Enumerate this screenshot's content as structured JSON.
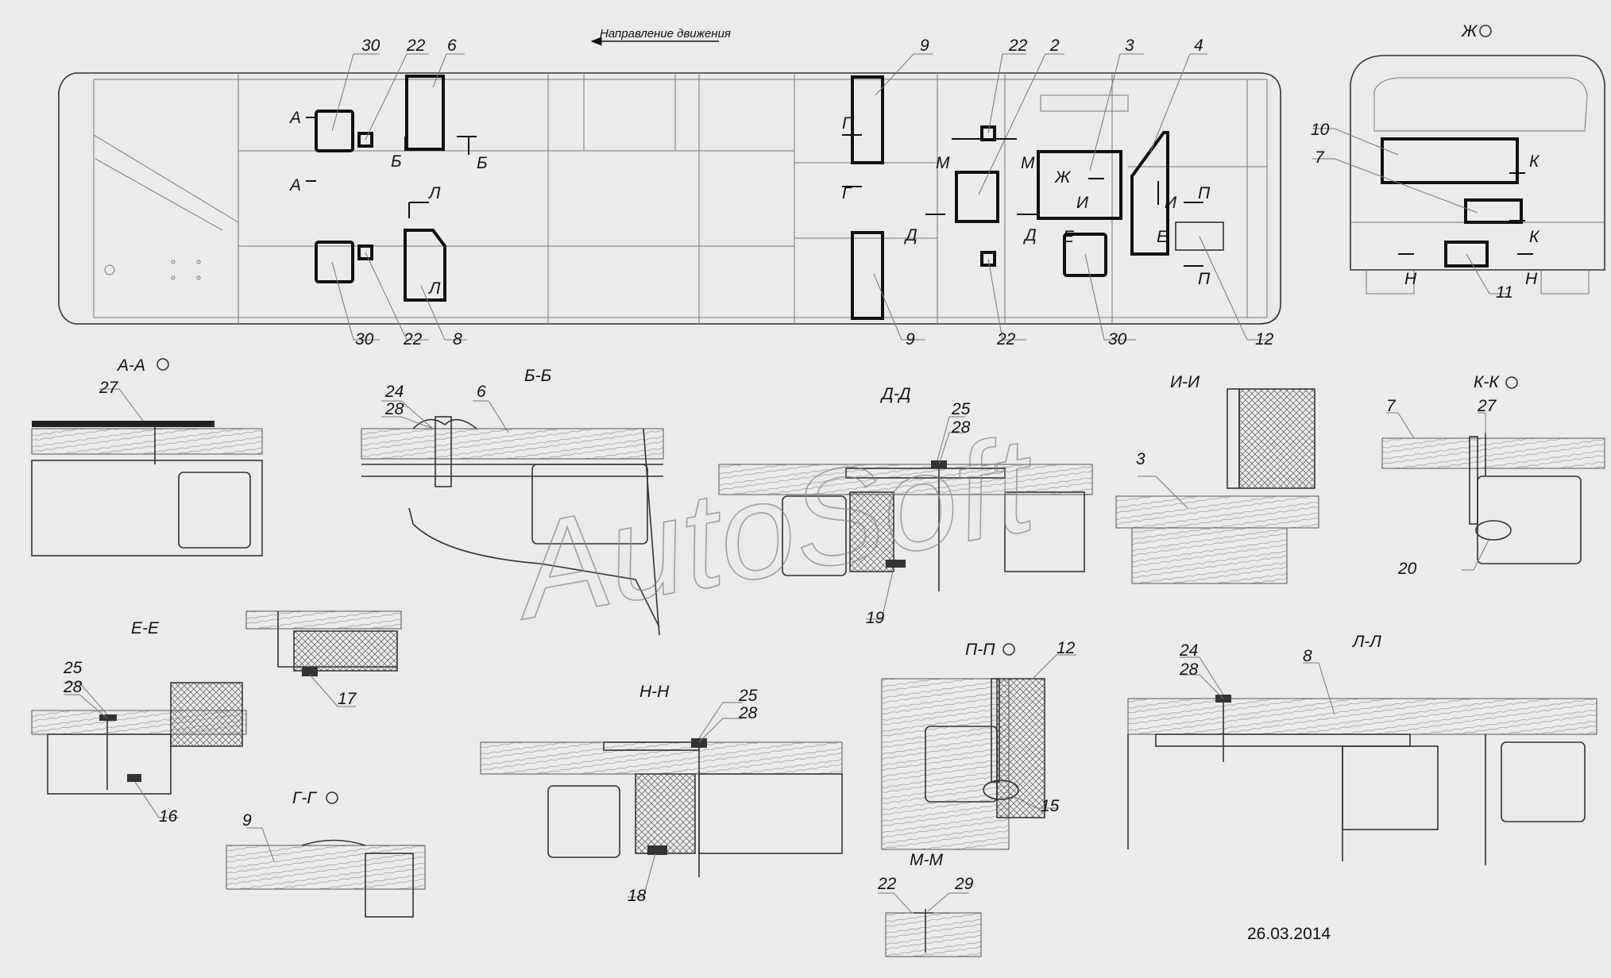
{
  "direction_label": "Направление движения",
  "date": "26.03.2014",
  "watermark": "AutoSoft",
  "plan_callouts": {
    "c30_top": "30",
    "c22_top": "22",
    "c6": "6",
    "c9_top": "9",
    "c22_mid": "22",
    "c2": "2",
    "c3": "3",
    "c4": "4",
    "c30_bot": "30",
    "c22_bot": "22",
    "c8": "8",
    "c9_bot": "9",
    "c22_bot2": "22",
    "c30_bot2": "30",
    "c12": "12"
  },
  "cut_letters": {
    "A": "А",
    "B": "Б",
    "G": "Г",
    "D": "Д",
    "E": "Е",
    "Zh": "Ж",
    "I": "И",
    "K": "К",
    "L": "Л",
    "M": "М",
    "N": "Н",
    "P": "П"
  },
  "rear_view": {
    "title": "Ж",
    "c10": "10",
    "c7": "7",
    "c11": "11"
  },
  "sections": {
    "AA": {
      "title": "А-А",
      "c1": "27"
    },
    "BB": {
      "title": "Б-Б",
      "c1": "24",
      "c2": "28",
      "c3": "6"
    },
    "DD": {
      "title": "Д-Д",
      "c1": "25",
      "c2": "28",
      "c3": "19"
    },
    "II": {
      "title": "И-И",
      "c1": "3"
    },
    "KK": {
      "title": "К-К",
      "c1": "7",
      "c2": "27",
      "c3": "20"
    },
    "EE": {
      "title": "Е-Е",
      "c1": "25",
      "c2": "28",
      "c3": "16"
    },
    "S17": {
      "c1": "17"
    },
    "NN": {
      "title": "Н-Н",
      "c1": "25",
      "c2": "28",
      "c3": "18"
    },
    "PP": {
      "title": "П-П",
      "c1": "12",
      "c2": "15"
    },
    "LL": {
      "title": "Л-Л",
      "c1": "24",
      "c2": "28",
      "c3": "8"
    },
    "GG": {
      "title": "Г-Г",
      "c1": "9"
    },
    "MM": {
      "title": "М-М",
      "c1": "22",
      "c2": "29"
    }
  }
}
